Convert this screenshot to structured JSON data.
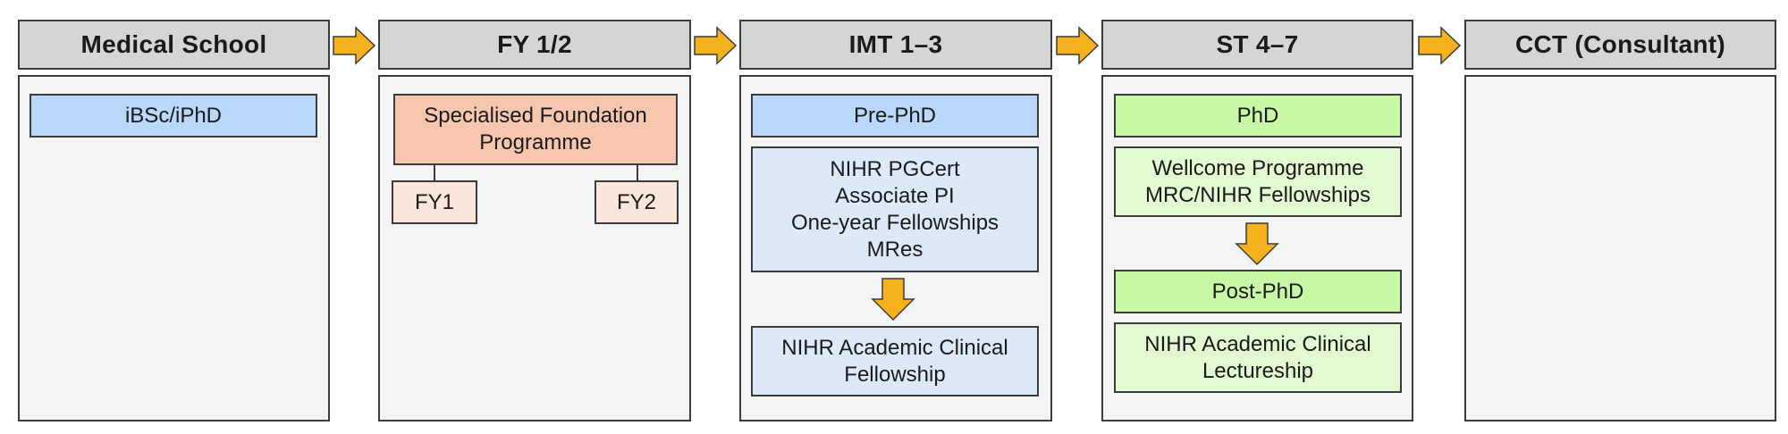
{
  "colors": {
    "header_fill": "#d4d6d6",
    "panel_fill": "#f3f5f4",
    "arrow_fill": "#f5b21c",
    "blue_dark": "#bad8f9",
    "blue_light": "#dde9f8",
    "green_dark": "#c8f7a6",
    "green_light": "#e3f9d2",
    "salmon": "#f7c6ae",
    "salmon_light": "#fbe5dc"
  },
  "stages": [
    {
      "title": "Medical School"
    },
    {
      "title": "FY 1/2"
    },
    {
      "title": "IMT 1–3"
    },
    {
      "title": "ST 4–7"
    },
    {
      "title": "CCT (Consultant)"
    }
  ],
  "medical_school": {
    "ibsc": "iBSc/iPhD"
  },
  "foundation": {
    "specialised": "Specialised Foundation\nProgramme",
    "fy1": "FY1",
    "fy2": "FY2"
  },
  "imt": {
    "pre_phd": "Pre-PhD",
    "schemes": "NIHR PGCert\nAssociate PI\nOne-year Fellowships\nMRes",
    "acf": "NIHR Academic Clinical\nFellowship"
  },
  "st": {
    "phd": "PhD",
    "fellowships": "Wellcome Programme\nMRC/NIHR Fellowships",
    "post_phd": "Post-PhD",
    "acl": "NIHR Academic Clinical\nLectureship"
  }
}
